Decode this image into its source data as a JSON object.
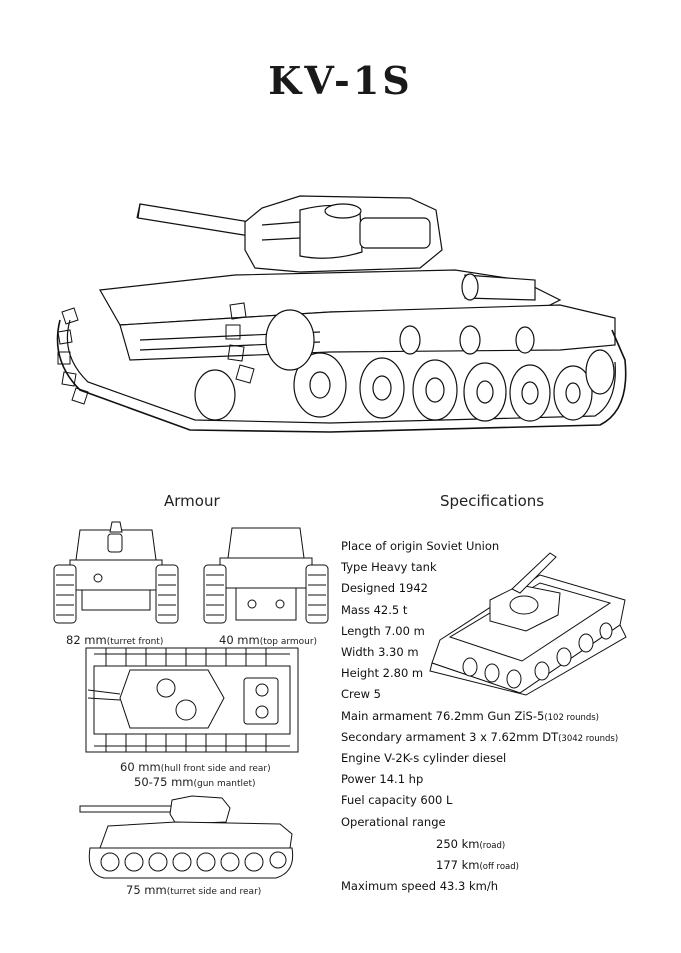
{
  "title": "KV-1S",
  "sections": {
    "armour": "Armour",
    "specifications": "Specifications"
  },
  "armour_captions": {
    "front": {
      "value": "82 mm",
      "note": "(turret front)"
    },
    "rear": {
      "value": "40 mm",
      "note": "(top armour)"
    },
    "top_1": {
      "value": "60 mm",
      "note": "(hull front side and rear)"
    },
    "top_2": {
      "value": "50-75 mm",
      "note": "(gun mantlet)"
    },
    "side": {
      "value": "75 mm",
      "note": "(turret side and rear)"
    }
  },
  "specs": [
    {
      "text": "Place of origin Soviet Union",
      "note": ""
    },
    {
      "text": "Type Heavy tank",
      "note": ""
    },
    {
      "text": "Designed 1942",
      "note": ""
    },
    {
      "text": "Mass 42.5 t",
      "note": ""
    },
    {
      "text": "Length 7.00 m",
      "note": ""
    },
    {
      "text": "Width 3.30 m",
      "note": ""
    },
    {
      "text": "Height 2.80 m",
      "note": ""
    },
    {
      "text": "Crew 5",
      "note": ""
    },
    {
      "text": "Main armament 76.2mm Gun ZiS-5",
      "note": "(102 rounds)"
    },
    {
      "text": "Secondary armament 3 x 7.62mm DT",
      "note": "(3042 rounds)"
    },
    {
      "text": "Engine V-2K-s cylinder diesel",
      "note": ""
    },
    {
      "text": "Power 14.1 hp",
      "note": ""
    },
    {
      "text": "Fuel capacity 600 L",
      "note": ""
    },
    {
      "text": "Operational range",
      "note": ""
    }
  ],
  "range": [
    {
      "text": "250 km",
      "note": "(road)"
    },
    {
      "text": "177 km",
      "note": "(off road)"
    }
  ],
  "max_speed": "Maximum speed 43.3 km/h"
}
